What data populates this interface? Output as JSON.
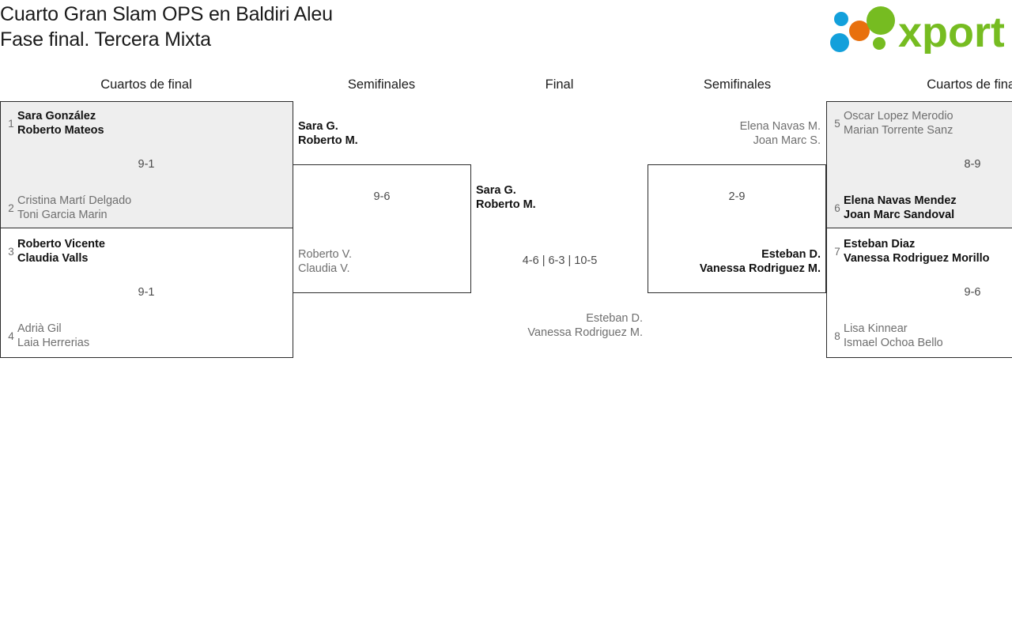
{
  "header": {
    "title_line1": "Cuarto Gran Slam OPS en Baldiri Aleu",
    "title_line2": "Fase final. Tercera Mixta",
    "logo_text": "xporty"
  },
  "colors": {
    "logo_green": "#76bc21",
    "logo_blue": "#13a0db",
    "logo_orange": "#e8700d",
    "box_border": "#2b2b2b",
    "box_shade": "#eeeeee",
    "winner_text": "#111111",
    "loser_text": "#6f6f6f",
    "seed_text": "#6b6b6b"
  },
  "rounds": [
    {
      "id": "qf-left",
      "label": "Cuartos de final"
    },
    {
      "id": "sf-left",
      "label": "Semifinales"
    },
    {
      "id": "final",
      "label": "Final"
    },
    {
      "id": "sf-right",
      "label": "Semifinales"
    },
    {
      "id": "qf-right",
      "label": "Cuartos de final"
    }
  ],
  "matches": {
    "qf1": {
      "score": "9-1",
      "top": {
        "seed": "1",
        "p1": "Sara González",
        "p2": "Roberto Mateos",
        "winner": true
      },
      "bottom": {
        "seed": "2",
        "p1": "Cristina Martí Delgado",
        "p2": "Toni Garcia Marin",
        "winner": false
      }
    },
    "qf2": {
      "score": "9-1",
      "top": {
        "seed": "3",
        "p1": "Roberto Vicente",
        "p2": "Claudia Valls",
        "winner": true
      },
      "bottom": {
        "seed": "4",
        "p1": "Adrià Gil",
        "p2": "Laia Herrerias",
        "winner": false
      }
    },
    "qf3": {
      "score": "8-9",
      "top": {
        "seed": "5",
        "p1": "Oscar Lopez Merodio",
        "p2": "Marian Torrente Sanz",
        "winner": false
      },
      "bottom": {
        "seed": "6",
        "p1": "Elena Navas Mendez",
        "p2": "Joan Marc Sandoval",
        "winner": true
      }
    },
    "qf4": {
      "score": "9-6",
      "top": {
        "seed": "7",
        "p1": "Esteban Diaz",
        "p2": "Vanessa Rodriguez Morillo",
        "winner": true
      },
      "bottom": {
        "seed": "8",
        "p1": "Lisa Kinnear",
        "p2": "Ismael Ochoa Bello",
        "winner": false
      }
    },
    "sf1": {
      "score": "9-6",
      "top": {
        "p1": "Sara G.",
        "p2": "Roberto M.",
        "winner": true
      },
      "bottom": {
        "p1": "Roberto V.",
        "p2": "Claudia V.",
        "winner": false
      }
    },
    "sf2": {
      "score": "2-9",
      "top": {
        "p1": "Elena Navas M.",
        "p2": "Joan Marc S.",
        "winner": false
      },
      "bottom": {
        "p1": "Esteban D.",
        "p2": "Vanessa Rodriguez M.",
        "winner": true
      }
    },
    "final": {
      "score": "4-6 | 6-3 | 10-5",
      "top": {
        "p1": "Sara G.",
        "p2": "Roberto M.",
        "winner": true
      },
      "bottom": {
        "p1": "Esteban D.",
        "p2": "Vanessa Rodriguez M.",
        "winner": false
      }
    }
  }
}
